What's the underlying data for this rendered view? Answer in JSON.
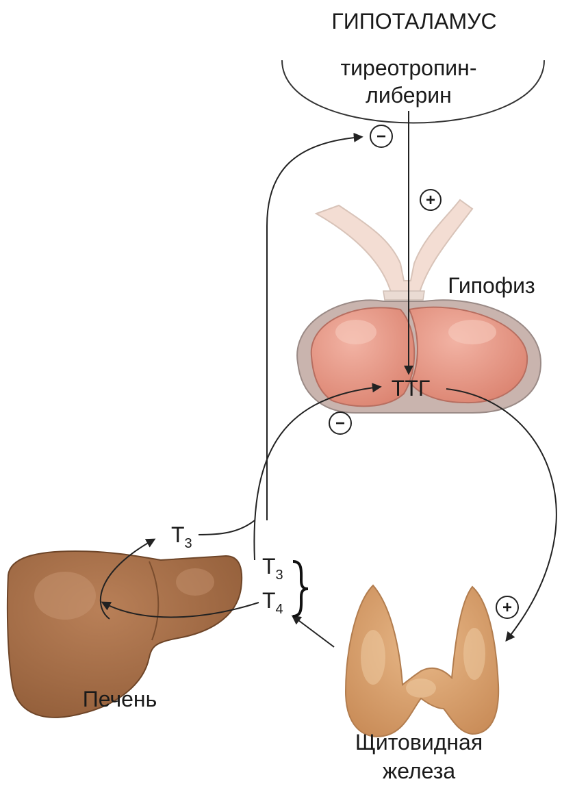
{
  "hypothalamus": {
    "title": "ГИПОТАЛАМУС",
    "hormone_line1": "тиреотропин-",
    "hormone_line2": "либерин"
  },
  "pituitary": {
    "label": "Гипофиз",
    "hormone": "ТТГ"
  },
  "thyroid": {
    "label_line1": "Щитовидная",
    "label_line2": "железа"
  },
  "liver": {
    "label": "Печень"
  },
  "hormones": {
    "t": "T",
    "sub3": "3",
    "sub4": "4"
  },
  "signs": {
    "plus": "+",
    "minus": "−"
  },
  "colors": {
    "pituitary_fill": "#e79a8a",
    "pituitary_rim": "#c9b4ae",
    "pituitary_stalk": "#f3ddd3",
    "thyroid_fill": "#d9a06e",
    "liver_fill": "#a9714a",
    "arrow": "#222222"
  }
}
